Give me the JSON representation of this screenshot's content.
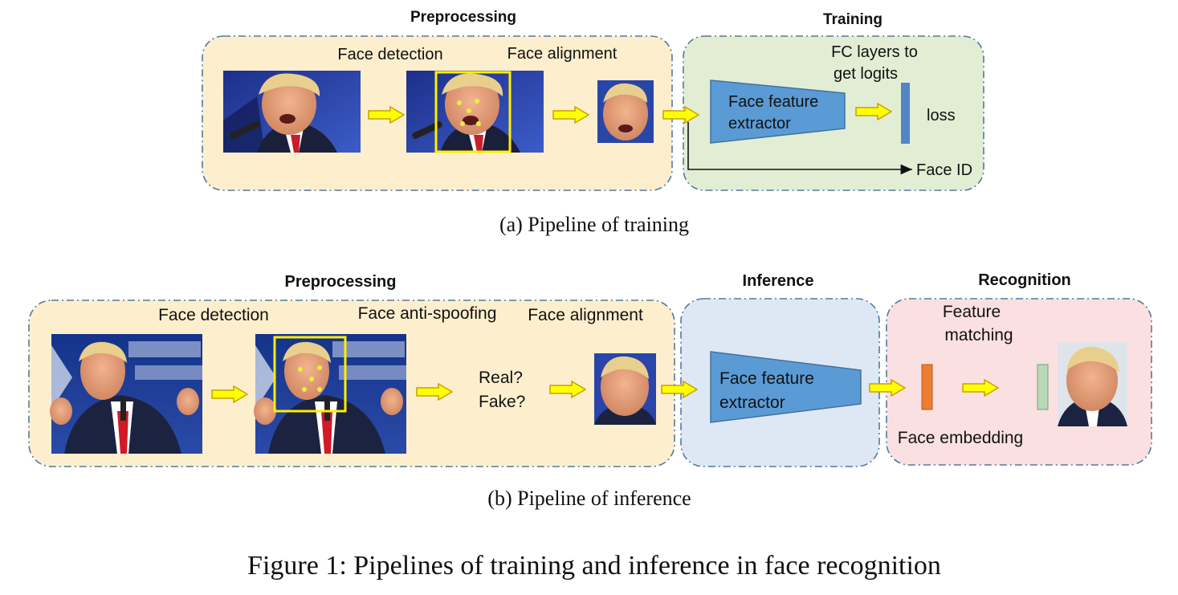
{
  "figure_caption": "Figure 1: Pipelines of training and inference in face recognition",
  "colors": {
    "preprocessing_fill": "#fdefcd",
    "training_fill": "#e2eed4",
    "inference_fill": "#dde8f4",
    "recognition_fill": "#fbe0e1",
    "box_border": "#527a9c",
    "arrow_fill": "#ffff00",
    "arrow_stroke": "#c8a000",
    "extractor_fill": "#5b9bd5",
    "logits_bar": "#4f86c6",
    "embedding_bar": "#ed7d31",
    "matching_bar": "#b8d8b8",
    "detection_box": "#ffee00",
    "landmark_dot": "#e8f040"
  },
  "training": {
    "subcaption": "(a) Pipeline of training",
    "preprocessing_title": "Preprocessing",
    "training_title": "Training",
    "face_detection": "Face detection",
    "face_alignment": "Face alignment",
    "extractor_line1": "Face feature",
    "extractor_line2": "extractor",
    "fc_line1": "FC layers to",
    "fc_line2": "get logits",
    "loss": "loss",
    "face_id": "Face ID"
  },
  "inference": {
    "subcaption": "(b) Pipeline of inference",
    "preprocessing_title": "Preprocessing",
    "inference_title": "Inference",
    "recognition_title": "Recognition",
    "face_detection": "Face detection",
    "face_anti_spoofing": "Face anti-spoofing",
    "face_alignment": "Face alignment",
    "real": "Real?",
    "fake": "Fake?",
    "extractor_line1": "Face feature",
    "extractor_line2": "extractor",
    "matching_line1": "Feature",
    "matching_line2": "matching",
    "face_embedding": "Face embedding"
  }
}
